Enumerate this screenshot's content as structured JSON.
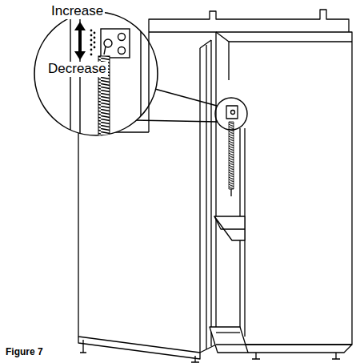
{
  "diagram": {
    "caption": "Figure 7",
    "labels": [
      "Increase",
      "Decrease"
    ]
  }
}
